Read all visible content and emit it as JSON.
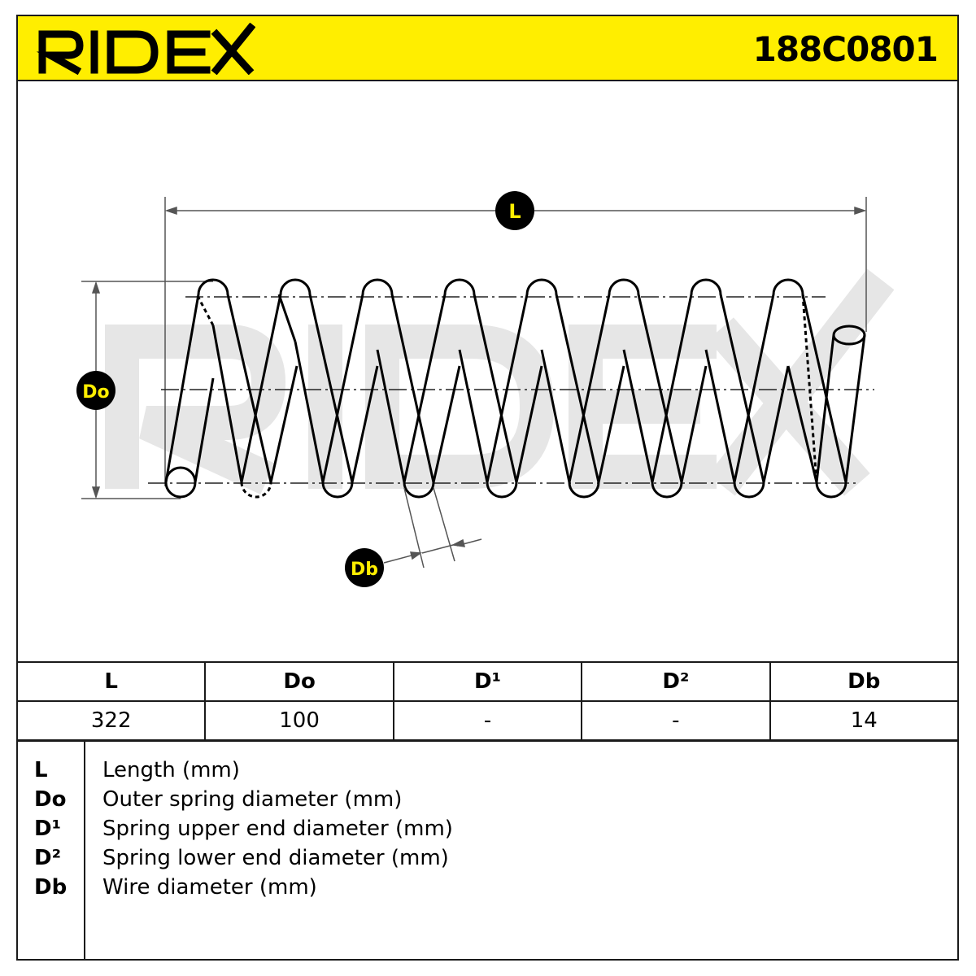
{
  "header": {
    "brand": "RIDEX",
    "part_number": "188C0801",
    "accent_color": "#ffee00"
  },
  "diagram": {
    "watermark": "RIDEX",
    "labels": {
      "length": "L",
      "outer_diameter": "Do",
      "wire_diameter": "Db"
    }
  },
  "spec_table": {
    "headers": [
      "L",
      "Do",
      "D¹",
      "D²",
      "Db"
    ],
    "values": [
      "322",
      "100",
      "-",
      "-",
      "14"
    ]
  },
  "legend": [
    {
      "key": "L",
      "desc": "Length (mm)"
    },
    {
      "key": "Do",
      "desc": "Outer spring diameter (mm)"
    },
    {
      "key": "D¹",
      "desc": "Spring upper end diameter (mm)"
    },
    {
      "key": "D²",
      "desc": "Spring lower end diameter (mm)"
    },
    {
      "key": "Db",
      "desc": "Wire diameter (mm)"
    }
  ]
}
